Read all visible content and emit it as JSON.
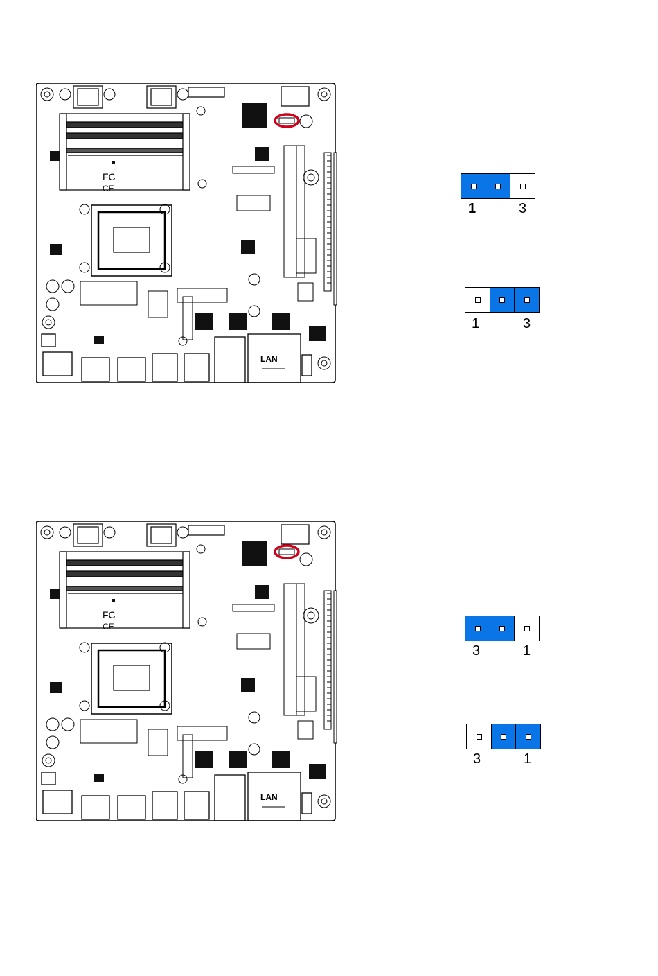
{
  "boards": [
    {
      "id": "top",
      "fcc_mark": "FC",
      "ce_mark": "CE",
      "lan_label": "LAN",
      "highlight_color": "#d0021b"
    },
    {
      "id": "bottom",
      "fcc_mark": "FC",
      "ce_mark": "CE",
      "lan_label": "LAN",
      "highlight_color": "#d0021b"
    }
  ],
  "jumpers": [
    {
      "id": "j1",
      "pins": [
        true,
        true,
        false
      ],
      "left_label": "1",
      "right_label": "3"
    },
    {
      "id": "j2",
      "pins": [
        false,
        true,
        true
      ],
      "left_label": "1",
      "right_label": "3"
    },
    {
      "id": "j3",
      "pins": [
        true,
        true,
        false
      ],
      "left_label": "3",
      "right_label": "1"
    },
    {
      "id": "j4",
      "pins": [
        false,
        true,
        true
      ],
      "left_label": "3",
      "right_label": "1"
    }
  ],
  "colors": {
    "pin_active": "#0a75e6",
    "pin_inactive": "#ffffff",
    "outline": "#000000"
  }
}
